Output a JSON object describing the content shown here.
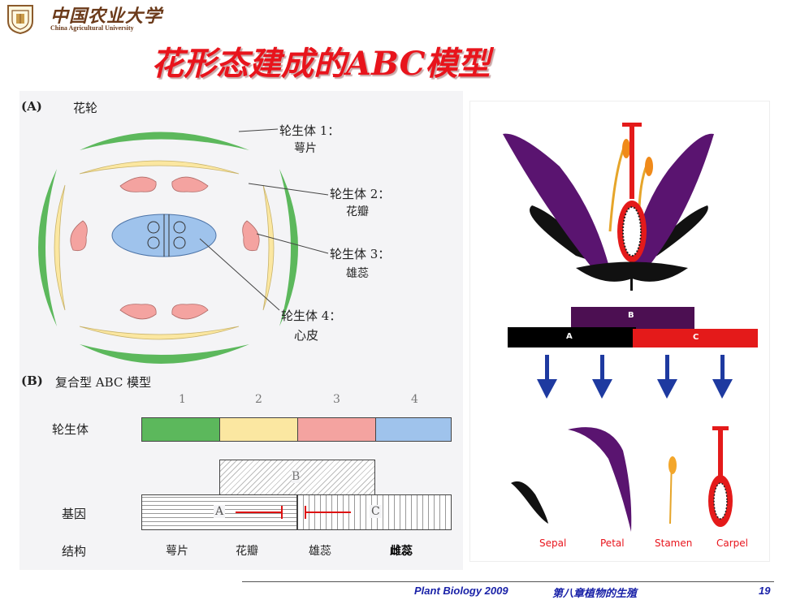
{
  "header": {
    "logo_cn": "中国农业大学",
    "logo_en": "China Agricultural University",
    "title": "花形态建成的ABC模型"
  },
  "panel_a": {
    "label": "(A)",
    "title": "花轮",
    "whorl1": "轮生体 1：",
    "whorl1_name": "萼片",
    "whorl2": "轮生体 2：",
    "whorl2_name": "花瓣",
    "whorl3": "轮生体 3：",
    "whorl3_name": "雄蕊",
    "whorl4": "轮生体 4：",
    "whorl4_name": "心皮"
  },
  "panel_b": {
    "label": "(B)",
    "title": "复合型 ABC 模型",
    "columns": [
      "1",
      "2",
      "3",
      "4"
    ],
    "row_whorl": "轮生体",
    "row_gene": "基因",
    "row_structure": "结构",
    "gene_a": "A",
    "gene_b": "B",
    "gene_c": "C",
    "structures": [
      "萼片",
      "花瓣",
      "雄蕊",
      "雌蕊"
    ],
    "whorl_colors": [
      "#5cb85c",
      "#fbe7a1",
      "#f4a3a0",
      "#9fc3ec"
    ]
  },
  "right_panel": {
    "gene_a": "A",
    "gene_b": "B",
    "gene_c": "C",
    "organs": [
      "Sepal",
      "Petal",
      "Stamen",
      "Carpel"
    ]
  },
  "footer": {
    "course": "Plant Biology  2009",
    "chapter": "第八章植物的生殖",
    "page": "19"
  }
}
